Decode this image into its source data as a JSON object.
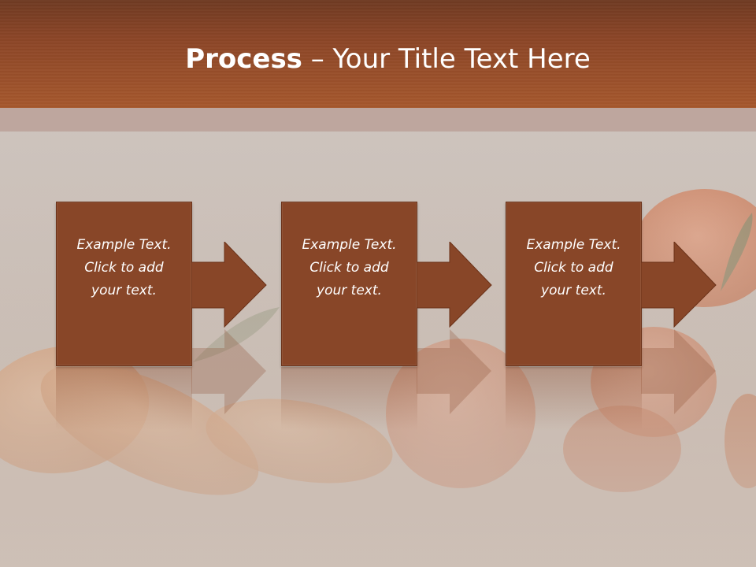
{
  "slide": {
    "title_bold": "Process",
    "title_rest": " – Your Title Text Here"
  },
  "process": {
    "steps": [
      {
        "text": "Example Text.\nClick  to add\nyour text."
      },
      {
        "text": "Example Text.\nClick  to add\nyour text."
      },
      {
        "text": "Example Text.\nClick  to add\nyour text."
      }
    ]
  },
  "colors": {
    "header": "#a6582d",
    "box": "#884628",
    "text": "#ffffff"
  }
}
